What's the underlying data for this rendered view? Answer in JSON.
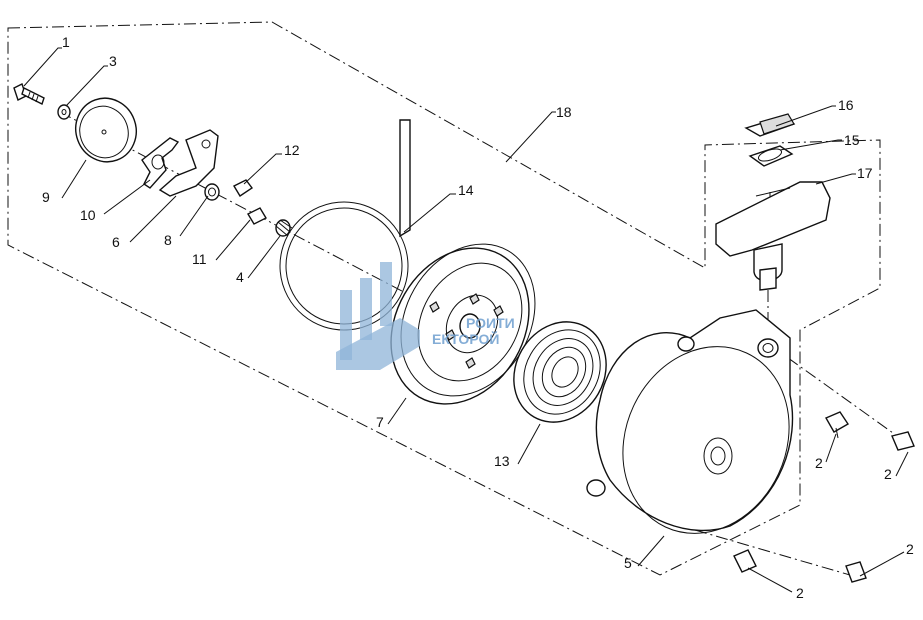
{
  "labels": {
    "l1": "1",
    "l3": "3",
    "l9": "9",
    "l10": "10",
    "l6": "6",
    "l8": "8",
    "l11": "11",
    "l4": "4",
    "l12": "12",
    "l14": "14",
    "l18": "18",
    "l16": "16",
    "l15": "15",
    "l17": "17",
    "l7": "7",
    "l13": "13",
    "l5": "5",
    "l2a": "2",
    "l2b": "2",
    "l2c": "2",
    "l2d": "2"
  },
  "watermark": {
    "line1": "РОИТИ",
    "line2": "ЕКТОРОЙ"
  },
  "colors": {
    "watermark": "#8fb4d8",
    "ink": "#111111"
  }
}
